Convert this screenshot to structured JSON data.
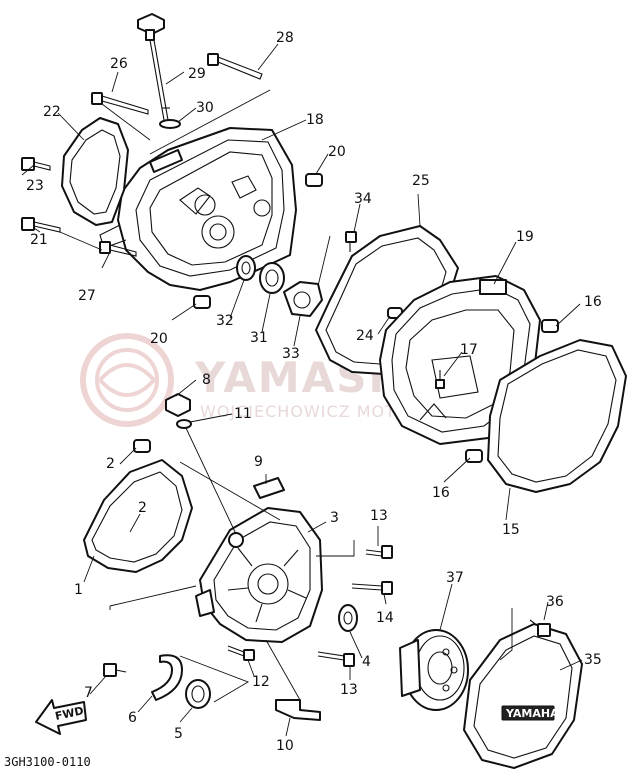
{
  "watermark": {
    "title": "YAMASKLEP.PL",
    "subtitle": "WOJCIECHOWICZ MOTOCYKLE YAMAHA"
  },
  "callouts": {
    "c1": "1",
    "c2a": "2",
    "c2b": "2",
    "c3": "3",
    "c4": "4",
    "c5": "5",
    "c6": "6",
    "c7": "7",
    "c8": "8",
    "c9": "9",
    "c10": "10",
    "c11": "11",
    "c12": "12",
    "c13a": "13",
    "c13b": "13",
    "c14": "14",
    "c15": "15",
    "c16a": "16",
    "c16b": "16",
    "c17": "17",
    "c18": "18",
    "c19": "19",
    "c20a": "20",
    "c20b": "20",
    "c21": "21",
    "c22": "22",
    "c23": "23",
    "c24": "24",
    "c25": "25",
    "c26": "26",
    "c27": "27",
    "c28": "28",
    "c29": "29",
    "c30": "30",
    "c31": "31",
    "c32": "32",
    "c33": "33",
    "c34": "34",
    "c35": "35",
    "c36": "36",
    "c37": "37"
  },
  "fwd_label": "FWD",
  "drawing_code": "3GH3100-0110",
  "cover_logo": "YAMAHA"
}
